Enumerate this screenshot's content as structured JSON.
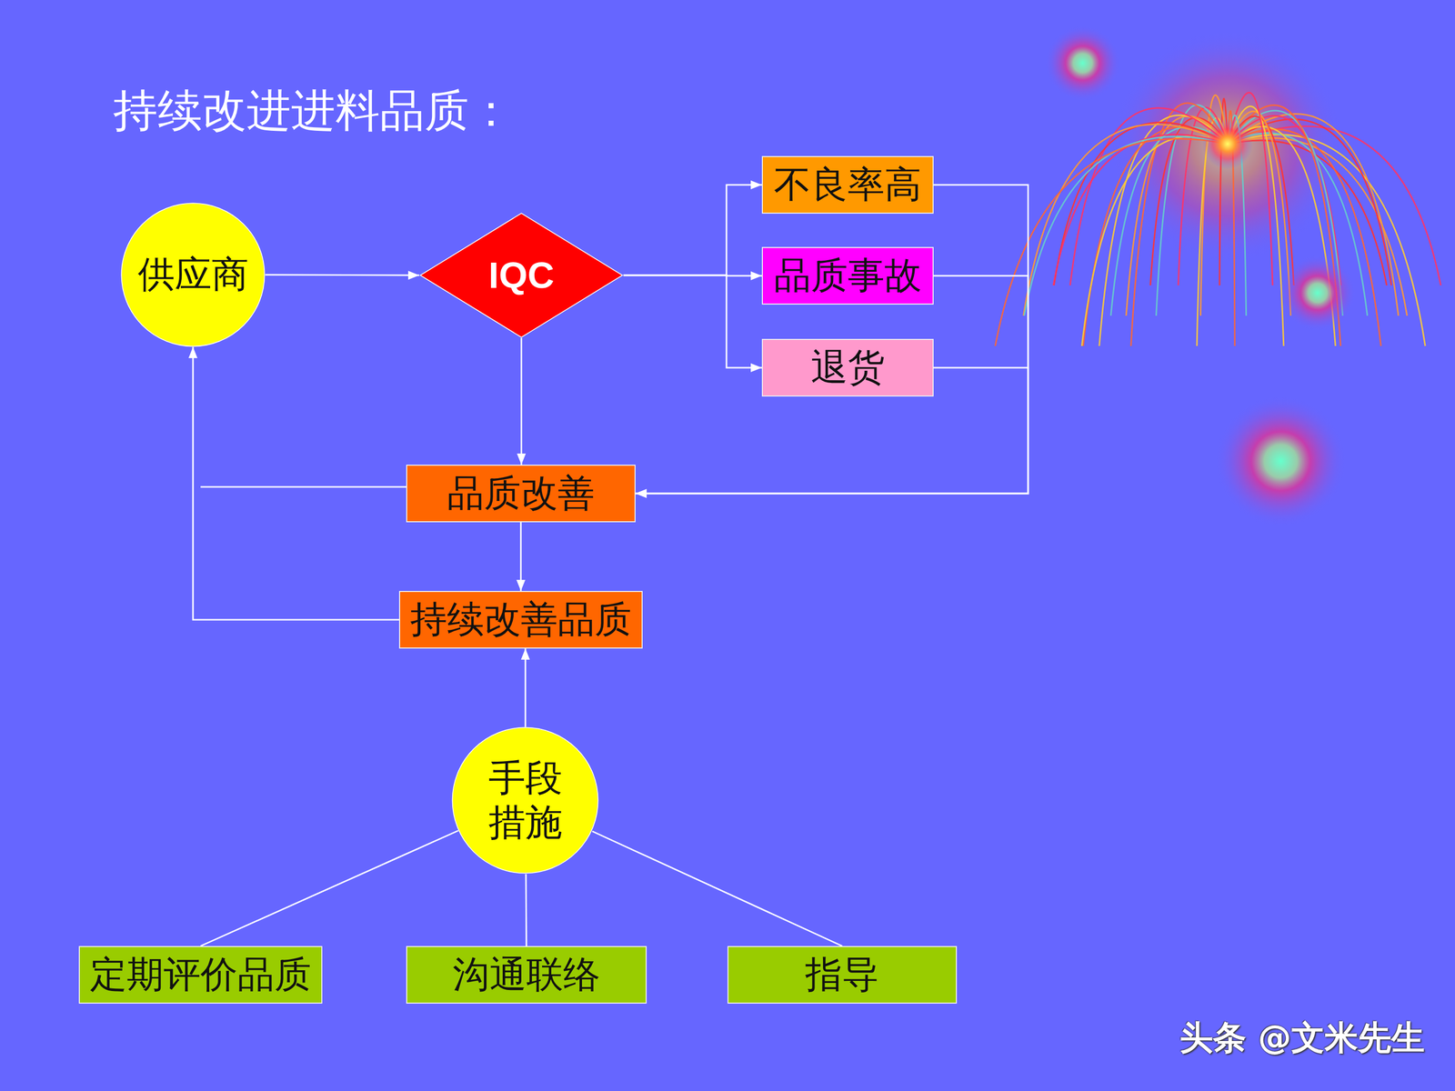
{
  "diagram": {
    "title": "持续改进进料品质：",
    "nodes": [
      {
        "text": [
          "供应商"
        ]
      },
      {
        "text": [
          "IQC"
        ]
      },
      {
        "text": [
          "不良率高"
        ]
      },
      {
        "text": [
          "品质事故"
        ]
      },
      {
        "text": [
          "退货"
        ]
      },
      {
        "text": [
          "品质改善"
        ]
      },
      {
        "text": [
          "持续改善品质"
        ]
      },
      {
        "text": [
          "手段 措施"
        ]
      },
      {
        "text": [
          "定期评价品质"
        ]
      },
      {
        "text": [
          "沟通联络"
        ]
      },
      {
        "text": [
          "指导"
        ]
      }
    ],
    "edges": [
      {
        "from": 0,
        "to": 1,
        "arrow": "to"
      },
      {
        "from": 1,
        "to": 2,
        "arrow": "to"
      },
      {
        "from": 1,
        "to": 3,
        "arrow": "to"
      },
      {
        "from": 1,
        "to": 4,
        "arrow": "to"
      },
      {
        "from": 1,
        "to": 5,
        "arrow": "to"
      },
      {
        "from": 2,
        "to": 5,
        "arrow": "to"
      },
      {
        "from": 3,
        "to": 5,
        "arrow": "to"
      },
      {
        "from": 4,
        "to": 5,
        "arrow": "to"
      },
      {
        "from": 5,
        "to": 6,
        "arrow": "to"
      },
      {
        "from": 6,
        "to": 0,
        "arrow": "to"
      },
      {
        "from": 7,
        "to": 6,
        "arrow": "to"
      },
      {
        "from": 7,
        "to": 8,
        "arrow": "none"
      },
      {
        "from": 7,
        "to": 9,
        "arrow": "none"
      },
      {
        "from": 7,
        "to": 10,
        "arrow": "none"
      }
    ],
    "labels": [
      "头条 @文米先生"
    ]
  }
}
